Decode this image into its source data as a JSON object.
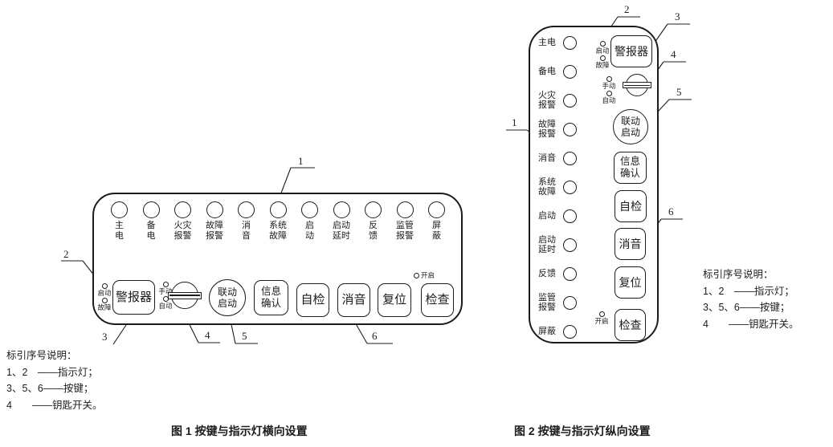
{
  "fig1": {
    "caption": "图 1  按键与指示灯横向设置",
    "indicators": [
      {
        "l1": "主",
        "l2": "电"
      },
      {
        "l1": "备",
        "l2": "电"
      },
      {
        "l1": "火灾",
        "l2": "报警"
      },
      {
        "l1": "故障",
        "l2": "报警"
      },
      {
        "l1": "消",
        "l2": "音"
      },
      {
        "l1": "系统",
        "l2": "故障"
      },
      {
        "l1": "启",
        "l2": "动"
      },
      {
        "l1": "启动",
        "l2": "延时"
      },
      {
        "l1": "反",
        "l2": "馈"
      },
      {
        "l1": "监管",
        "l2": "报警"
      },
      {
        "l1": "屏",
        "l2": "蔽"
      }
    ],
    "controls": {
      "led_start": "启动",
      "led_fault": "故障",
      "sounder": "警报器",
      "manual": "手动",
      "auto": "自动",
      "linkage_l1": "联动",
      "linkage_l2": "启动",
      "info_l1": "信息",
      "info_l2": "确认",
      "self_test": "自检",
      "mute": "消音",
      "reset": "复位",
      "led_open": "开启",
      "check": "检查"
    }
  },
  "fig2": {
    "caption": "图 2  按键与指示灯纵向设置",
    "indicators": [
      {
        "l1": "主电",
        "l2": ""
      },
      {
        "l1": "备电",
        "l2": ""
      },
      {
        "l1": "火灾",
        "l2": "报警"
      },
      {
        "l1": "故障",
        "l2": "报警"
      },
      {
        "l1": "消音",
        "l2": ""
      },
      {
        "l1": "系统",
        "l2": "故障"
      },
      {
        "l1": "启动",
        "l2": ""
      },
      {
        "l1": "启动",
        "l2": "延时"
      },
      {
        "l1": "反馈",
        "l2": ""
      },
      {
        "l1": "监管",
        "l2": "报警"
      },
      {
        "l1": "屏蔽",
        "l2": ""
      }
    ],
    "controls": {
      "led_start": "启动",
      "led_fault": "故障",
      "sounder": "警报器",
      "manual": "手动",
      "auto": "自动",
      "linkage_l1": "联动",
      "linkage_l2": "启动",
      "info_l1": "信息",
      "info_l2": "确认",
      "self_test": "自检",
      "mute": "消音",
      "reset": "复位",
      "led_open": "开启",
      "check": "检查"
    }
  },
  "callouts": {
    "c1": "1",
    "c2": "2",
    "c3": "3",
    "c4": "4",
    "c5": "5",
    "c6": "6"
  },
  "legend": {
    "title": "标引序号说明：",
    "line1": "1、2　——指示灯；",
    "line2": "3、5、6——按键；",
    "line3": "4　　——钥匙开关。"
  },
  "colors": {
    "ink": "#1c1c1c",
    "background": "#ffffff"
  }
}
